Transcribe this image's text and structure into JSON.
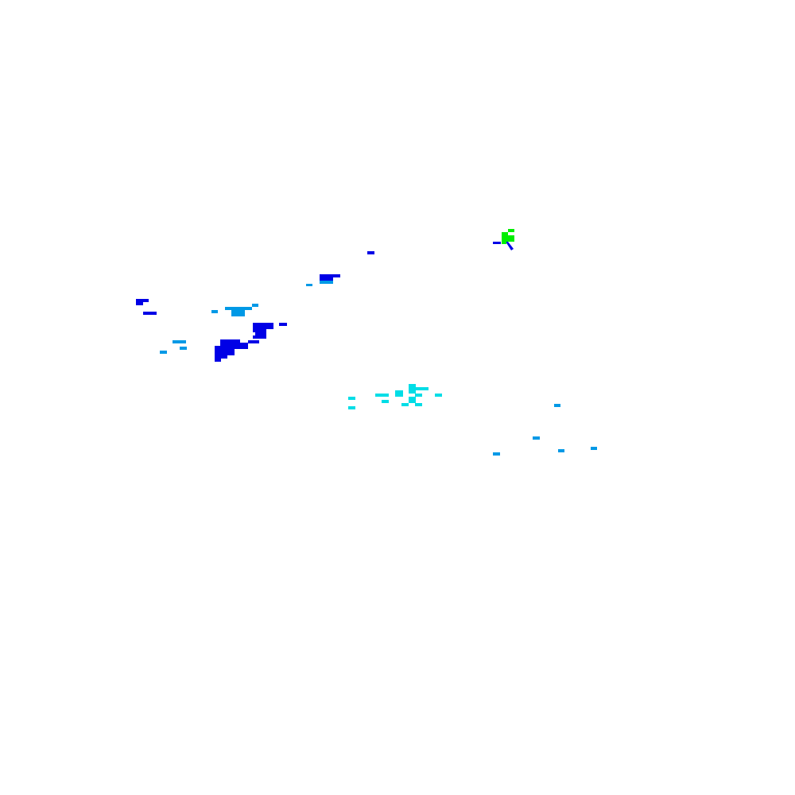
{
  "map": {
    "background_color": "#ffffff",
    "legend_colors": {
      "dark_blue": "#0000e6",
      "medium_blue": "#0099e6",
      "cyan": "#00dde6",
      "green": "#00ee00"
    },
    "echo_groups": [
      {
        "name": "west-cluster-heavy",
        "level": "dark_blue"
      },
      {
        "name": "west-cluster-light",
        "level": "medium_blue"
      },
      {
        "name": "central-cluster",
        "level": "cyan"
      },
      {
        "name": "north-east-cell",
        "level": "green"
      },
      {
        "name": "south-east-scatter",
        "level": "medium_blue"
      }
    ]
  }
}
